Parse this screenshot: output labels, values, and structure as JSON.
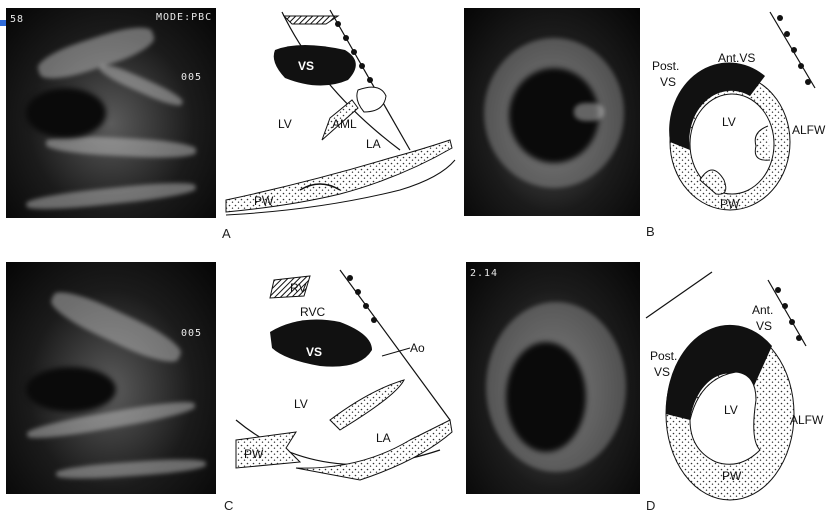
{
  "figure": {
    "panels": {
      "a": {
        "letter": "A",
        "scan_label_topleft": "58",
        "scan_label_mode": "MODE:PBC",
        "scan_label_side": "005"
      },
      "b": {
        "letter": "B"
      },
      "c": {
        "letter": "C",
        "scan_label_side": "005"
      },
      "d": {
        "letter": "D",
        "scan_label_topleft": "2.14"
      }
    },
    "labels": {
      "vs": "VS",
      "lv": "LV",
      "la": "LA",
      "aml": "AML",
      "pw": "PW",
      "rv": "RV",
      "rvc": "RVC",
      "ao": "Ao",
      "ant_vs": "Ant.VS",
      "post": "Post.",
      "alfw": "ALFW",
      "ant": "Ant."
    }
  },
  "colors": {
    "accent": "#2f6bd8",
    "ink": "#111111"
  }
}
